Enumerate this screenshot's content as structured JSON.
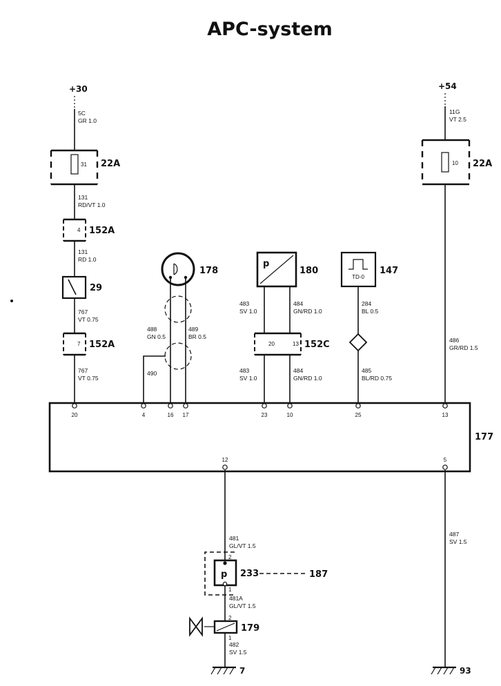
{
  "title": "APC-system",
  "terminals": {
    "left_supply": "+30",
    "right_supply": "+54",
    "ground_left": "7",
    "ground_right": "93"
  },
  "wires": {
    "w5c": {
      "num": "5C",
      "spec": "GR 1.0"
    },
    "w11g": {
      "num": "11G",
      "spec": "VT 2.5"
    },
    "w131a": {
      "num": "131",
      "spec": "RD/VT 1.0"
    },
    "w131b": {
      "num": "131",
      "spec": "RD 1.0"
    },
    "w767a": {
      "num": "767",
      "spec": "VT 0.75"
    },
    "w767b": {
      "num": "767",
      "spec": "VT 0.75"
    },
    "w488": {
      "num": "488",
      "spec": "GN 0.5"
    },
    "w489": {
      "num": "489",
      "spec": "BR 0.5"
    },
    "w490": {
      "num": "490"
    },
    "w483a": {
      "num": "483",
      "spec": "SV 1.0"
    },
    "w484a": {
      "num": "484",
      "spec": "GN/RD 1.0"
    },
    "w483b": {
      "num": "483",
      "spec": "SV 1.0"
    },
    "w484b": {
      "num": "484",
      "spec": "GN/RD 1.0"
    },
    "w284": {
      "num": "284",
      "spec": "BL 0.5"
    },
    "w485": {
      "num": "485",
      "spec": "BL/RD 0.75"
    },
    "w486": {
      "num": "486",
      "spec": "GR/RD 1.5"
    },
    "w481": {
      "num": "481",
      "spec": "GL/VT 1.5"
    },
    "w481a": {
      "num": "481A",
      "spec": "GL/VT 1.5"
    },
    "w482": {
      "num": "482",
      "spec": "SV 1.5"
    },
    "w487": {
      "num": "487",
      "spec": "SV 1.5"
    }
  },
  "components": {
    "fuse_box_left": {
      "id": "22A",
      "fuse": "31"
    },
    "fuse_box_right": {
      "id": "22A",
      "fuse": "10"
    },
    "connector_upper": {
      "id": "152A",
      "pin": "4"
    },
    "connector_lower": {
      "id": "152A",
      "pin": "7"
    },
    "switch": {
      "id": "29"
    },
    "knock_sensor": {
      "id": "178"
    },
    "pressure_sensor": {
      "id": "180",
      "symbol": "p"
    },
    "tach_signal": {
      "id": "147",
      "label": "TD-0"
    },
    "connector_c": {
      "id": "152C",
      "pin_a": "20",
      "pin_b": "13"
    },
    "control_unit": {
      "id": "177"
    },
    "pressure_switch": {
      "id": "233",
      "symbol": "p",
      "pin_top": "2",
      "pin_bottom": "1",
      "ref": "187"
    },
    "solenoid_valve": {
      "id": "179",
      "pin_top": "2",
      "pin_bottom": "1"
    }
  },
  "control_unit_pins": {
    "p20": "20",
    "p4": "4",
    "p16": "16",
    "p17": "17",
    "p23": "23",
    "p10": "10",
    "p25": "25",
    "p13": "13",
    "p12": "12",
    "p5": "5"
  }
}
